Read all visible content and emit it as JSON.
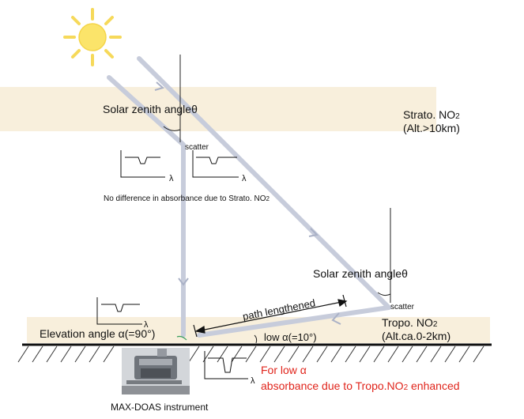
{
  "labels": {
    "solar_zenith_upper": "Solar zenith angleθ",
    "solar_zenith_lower": "Solar zenith angleθ",
    "scatter_upper": "scatter",
    "scatter_lower": "scatter",
    "strato_title": "Strato. NO",
    "strato_sub": "2",
    "strato_alt": "(Alt.>10km)",
    "tropo_title": "Tropo. NO",
    "tropo_sub": "2",
    "tropo_alt": "(Alt.ca.0-2km)",
    "no_difference": "No difference in absorbance due to Strato. NO",
    "no_difference_sub": "2",
    "path_lengthened": "path lengthened",
    "elevation_angle": "Elevation angle α(=90°)",
    "low_alpha": "low α(=10°)",
    "for_low_alpha": "For low α",
    "absorbance_enhanced": "absorbance due to Tropo.NO",
    "absorbance_enhanced_sub": "2",
    "absorbance_enhanced_tail": " enhanced",
    "instrument": "MAX-DOAS instrument",
    "lambda": "λ"
  },
  "colors": {
    "layer_band": "#f8efdc",
    "beam": "#c7ccdb",
    "sun_core": "#fbe46a",
    "sun_ray": "#f6d95a",
    "highlight_text": "#e0241b",
    "ground": "#111111"
  },
  "icons": {
    "sun": "sun-icon",
    "instrument": "max-doas-instrument-photo"
  }
}
